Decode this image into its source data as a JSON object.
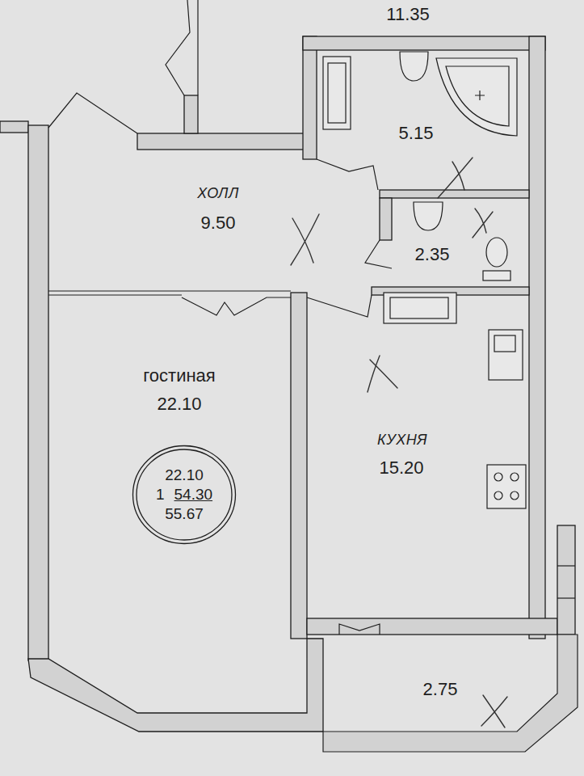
{
  "diagram": {
    "nodes": [
      {
        "text": [
          "22.10",
          "1",
          "54.30",
          "55.67"
        ]
      }
    ],
    "labels": [
      "11.35",
      "5.15",
      "ХОЛЛ",
      "9.50",
      "2.35",
      "гостиная",
      "22.10",
      "КУХНЯ",
      "15.20",
      "2.75"
    ]
  }
}
